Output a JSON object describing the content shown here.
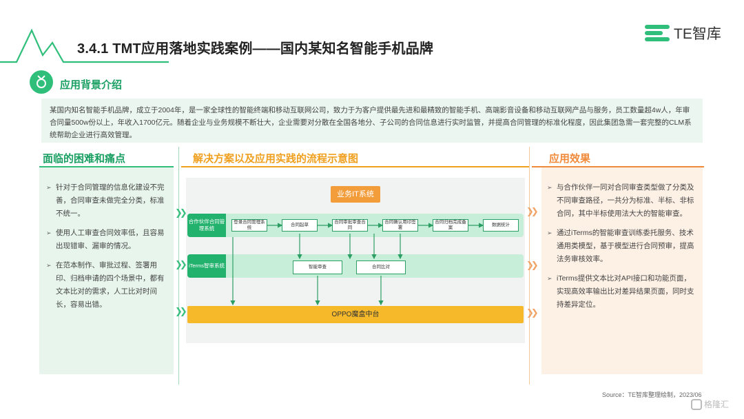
{
  "header": {
    "title": "3.4.1 TMT应用落地实践案例——国内某知名智能手机品牌",
    "brand": "TE智库"
  },
  "background": {
    "title": "应用背景介绍",
    "text": "某国内知名智能手机品牌，成立于2004年，是一家全球性的智能终端和移动互联网公司，致力于为客户提供最先进和最精致的智能手机、高端影音设备和移动互联网产品与服务，员工数量超4w人，年审合同量500w份以上，年收入1700亿元。随着企业与业务规模不断壮大，企业需要对分散在全国各地分、子公司的合同信息进行实时监管，并提高合同管理的标准化程度，因此集团急需一套完整的CLM系统帮助企业进行高效管理。"
  },
  "pain": {
    "title": "面临的困难和痛点",
    "items": [
      "针对于合同管理的信息化建设不完善，合同审查未做完全分类，标准不统一。",
      "使用人工审查合同效率低，且容易出现错审、漏审的情况。",
      "在范本制作、审批过程、签署用印、归档申请的四个场景中，都有文本比对的需求，人工比对时间长，容易出错。"
    ]
  },
  "solution": {
    "title": "解决方案以及应用实践的流程示意图",
    "it_system": "业务IT系统",
    "lane1_label": "合作伙伴合同管理系统",
    "lane2_label": "iTerms智审系统",
    "lane1_steps": [
      "登录合同管理系统",
      "合同起草",
      "合同审批审查合同",
      "合同确认用印签署",
      "合同归档完成备案",
      "数据统计"
    ],
    "lane2_steps": [
      "智能审查",
      "合同比对"
    ],
    "platform": "OPPO魔盒中台"
  },
  "effect": {
    "title": "应用效果",
    "items": [
      "与合作伙伴一同对合同审查类型做了分类及不同审查路径，一共分为标准、半标、非标合同，其中半标使用法大大的智能审查。",
      "通过iTerms的智能审查训练委托服务、技术通用类模型，基于模型进行合同预审，提高法务审核效率。",
      "iTerms提供文本比对API接口和功能页面，实现高效率输出比对差异结果页面，同时支持差异定位。"
    ]
  },
  "source": "Source：TE智库整理绘制，2023/06",
  "watermark": "格隆汇",
  "colors": {
    "green": "#2fbf7b",
    "orange": "#f39c3a",
    "yellow": "#f5b92a"
  }
}
